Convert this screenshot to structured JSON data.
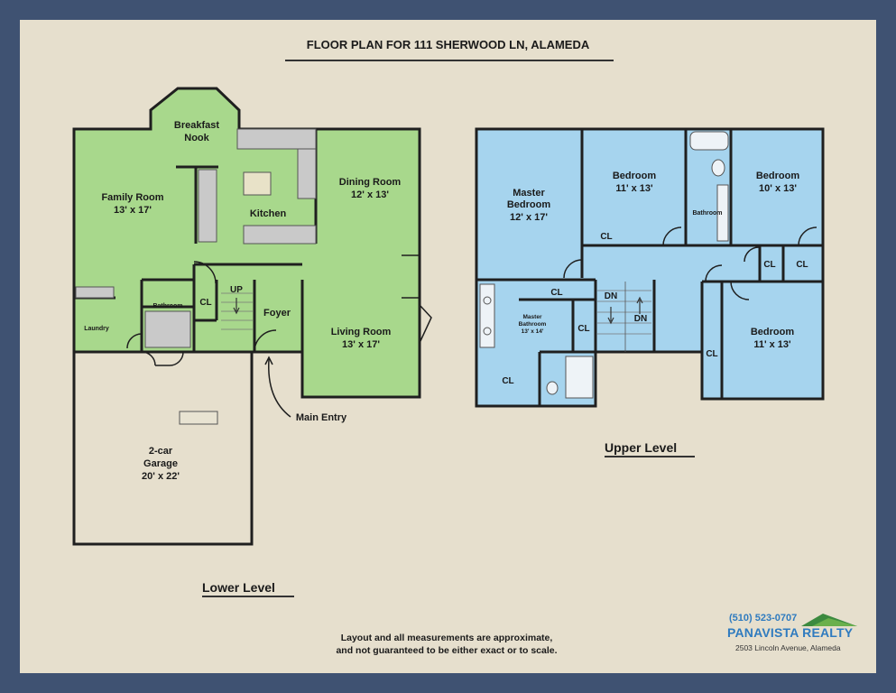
{
  "title": "FLOOR PLAN FOR 111 SHERWOOD LN, ALAMEDA",
  "lower_level": {
    "label": "Lower Level",
    "rooms": {
      "breakfast_nook": [
        "Breakfast",
        "Nook"
      ],
      "family_room": [
        "Family Room",
        "13' x 17'"
      ],
      "kitchen": "Kitchen",
      "dining_room": [
        "Dining Room",
        "12' x 13'"
      ],
      "laundry": "Laundry",
      "bathroom": "Bathroom",
      "closet": "CL",
      "stairs_up": "UP",
      "foyer": "Foyer",
      "living_room": [
        "Living Room",
        "13' x 17'"
      ],
      "garage": [
        "2-car",
        "Garage",
        "20' x 22'"
      ]
    },
    "main_entry": "Main Entry"
  },
  "upper_level": {
    "label": "Upper Level",
    "rooms": {
      "master_bedroom": [
        "Master",
        "Bedroom",
        "12' x 17'"
      ],
      "bedroom_1": [
        "Bedroom",
        "11' x 13'"
      ],
      "bathroom": "Bathroom",
      "bedroom_2": [
        "Bedroom",
        "10' x 13'"
      ],
      "closet": "CL",
      "master_bathroom": [
        "Master",
        "Bathroom",
        "13' x 14'"
      ],
      "stairs_down": "DN",
      "bedroom_3": [
        "Bedroom",
        "11' x 13'"
      ]
    }
  },
  "disclaimer": [
    "Layout and all measurements are approximate,",
    "and not guaranteed to be either exact or to scale."
  ],
  "logo": {
    "phone": "(510) 523-0707",
    "brand": "PANAVISTA REALTY",
    "address": "2503 Lincoln Avenue, Alameda"
  },
  "colors": {
    "frame": "#3f5272",
    "background": "#e6dfcd",
    "lower_fill": "#a8d88c",
    "upper_fill": "#a6d4ee",
    "wall": "#1f1f1f",
    "brand": "#2f7bbf"
  }
}
